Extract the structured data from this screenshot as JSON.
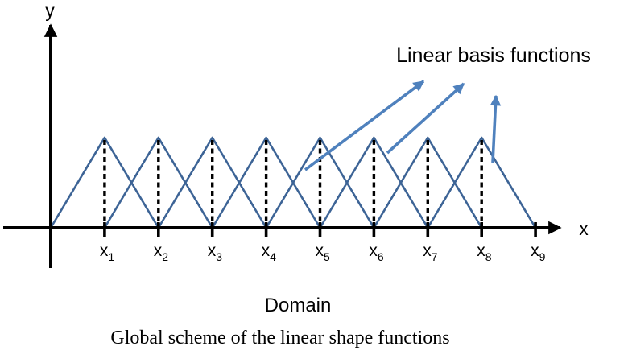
{
  "figure": {
    "y_axis_label": "y",
    "x_axis_label": "x",
    "annotation_label": "Linear basis functions",
    "domain_label": "Domain",
    "caption": "Global scheme of the linear shape functions",
    "node_labels": [
      {
        "base": "x",
        "sub": "1"
      },
      {
        "base": "x",
        "sub": "2"
      },
      {
        "base": "x",
        "sub": "3"
      },
      {
        "base": "x",
        "sub": "4"
      },
      {
        "base": "x",
        "sub": "5"
      },
      {
        "base": "x",
        "sub": "6"
      },
      {
        "base": "x",
        "sub": "7"
      },
      {
        "base": "x",
        "sub": "8"
      },
      {
        "base": "x",
        "sub": "9"
      }
    ],
    "basis_function_count": 8,
    "colors": {
      "axis": "#000000",
      "tick": "#000000",
      "dashed_line": "#000000",
      "basis_line": "#3d6496",
      "annotation_arrow": "#4f81bd",
      "text": "#000000"
    }
  }
}
